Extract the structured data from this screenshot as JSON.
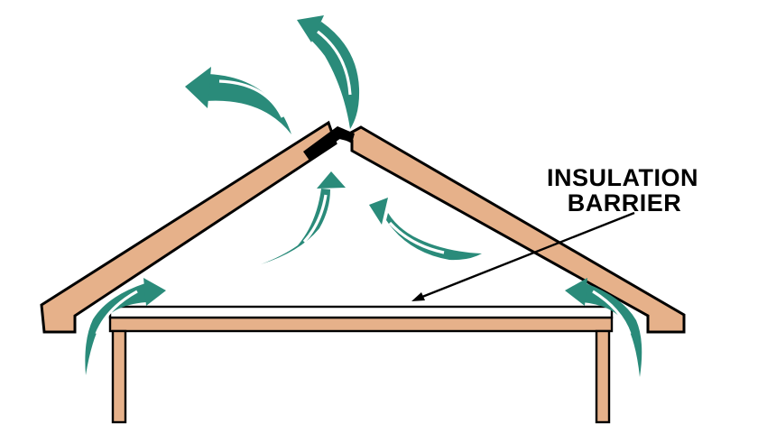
{
  "label": {
    "line1": "INSULATION",
    "line2": "BARRIER"
  },
  "colors": {
    "wood": "#E6B18A",
    "airflow_green": "#2A8B7A",
    "outline": "#000000",
    "barrier_white": "#FFFFFF",
    "vent_black": "#000000",
    "background": "#FFFFFF",
    "text": "#000000"
  },
  "icons": {
    "exhaust_arrow_left": "curved-airflow-arrow-up-left",
    "exhaust_arrow_right": "curved-airflow-arrow-up",
    "attic_arrow_left": "curved-airflow-arrow-up",
    "attic_arrow_right": "curved-airflow-arrow-up-left",
    "soffit_arrow_left": "curved-airflow-arrow-in-right",
    "soffit_arrow_right": "curved-airflow-arrow-in-left",
    "label_pointer": "leader-line-arrow-down-left"
  }
}
